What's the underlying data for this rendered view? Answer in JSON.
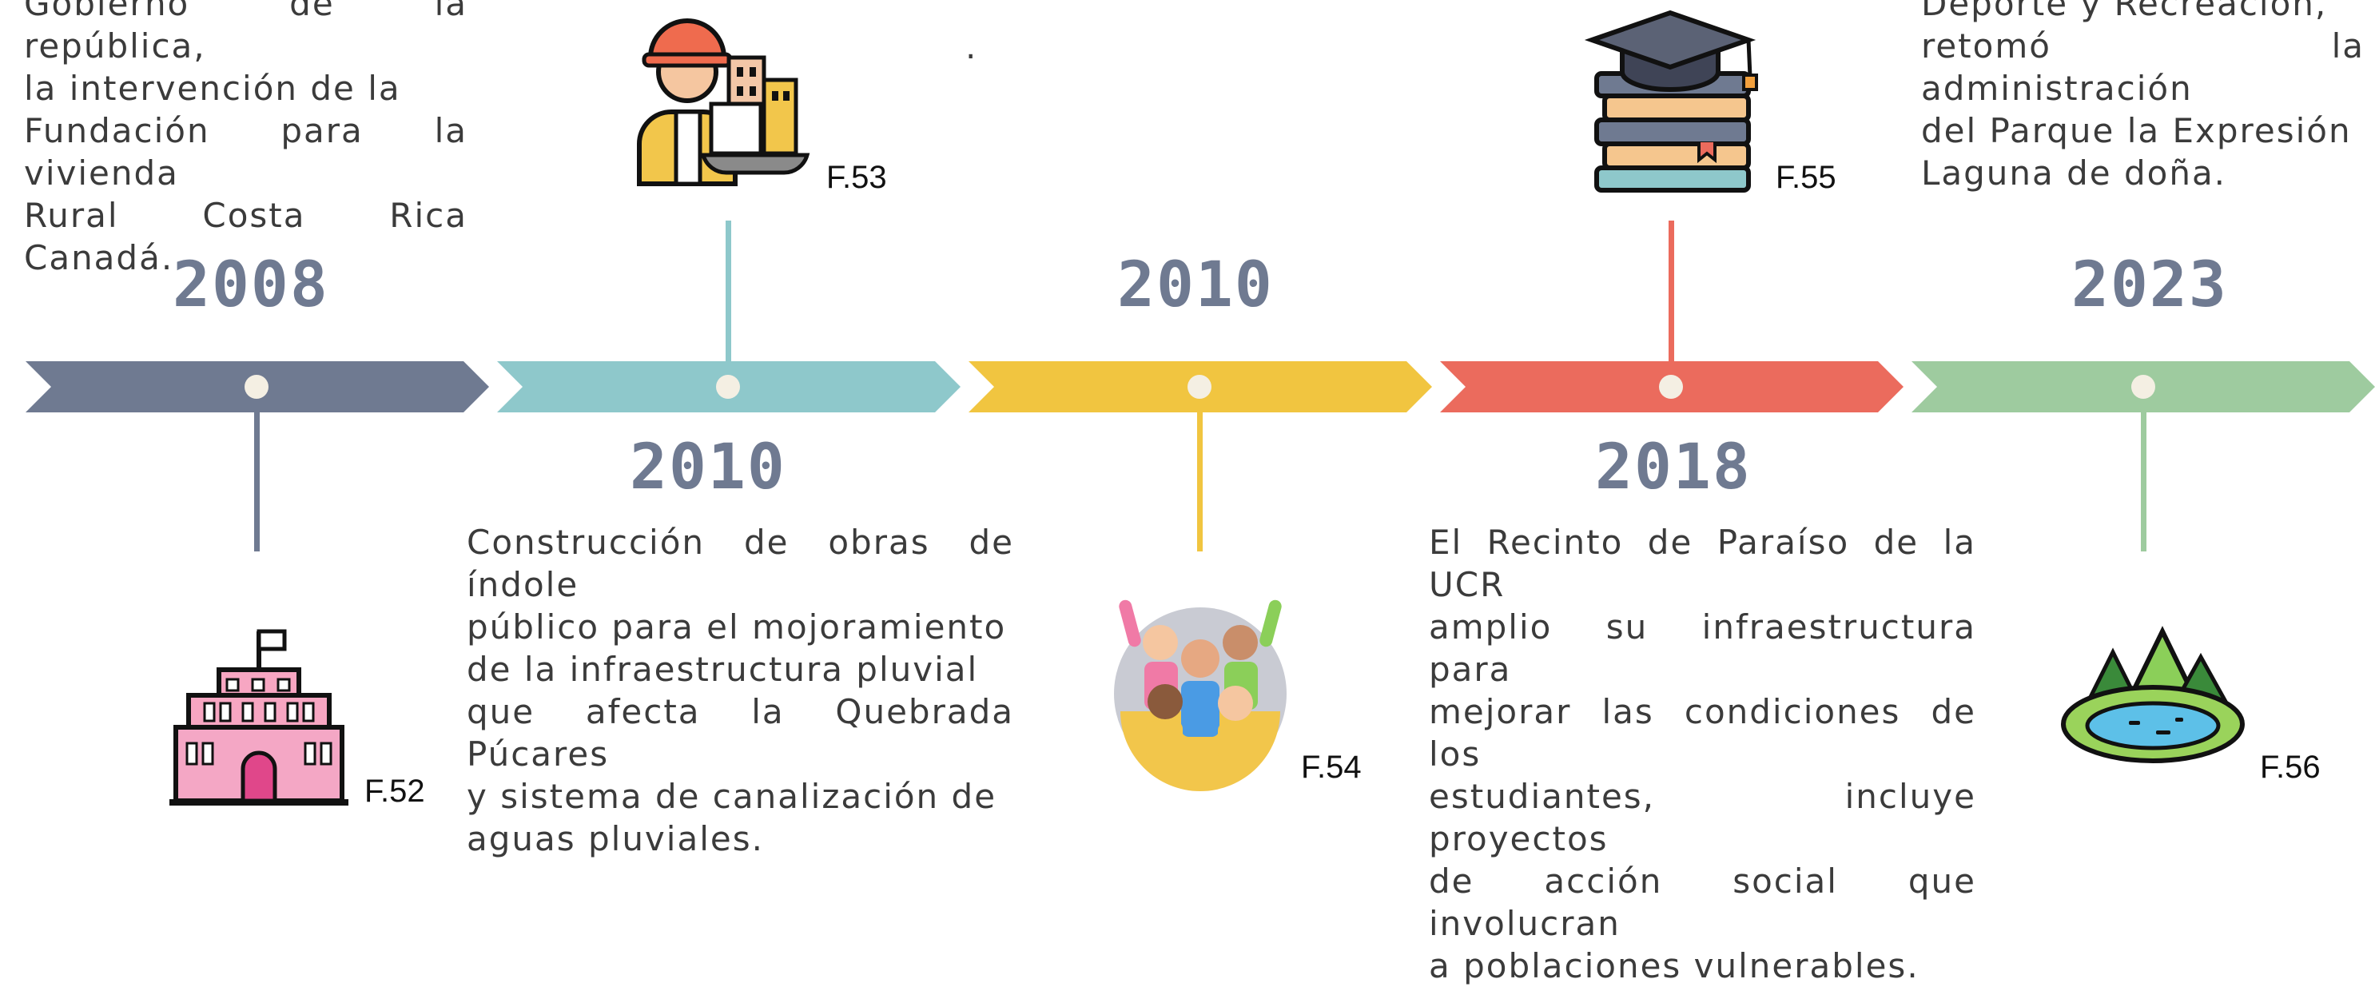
{
  "colors": {
    "slate": "#6f7a91",
    "teal": "#8ec8cb",
    "yellow": "#f1c540",
    "coral": "#eb6b5d",
    "green": "#9ecb9f",
    "dot": "#f4efe3",
    "year_text": "#6f7a91"
  },
  "timeline": {
    "segments": [
      {
        "color_name": "slate",
        "year_label": "2008",
        "figure": "F.52",
        "icon": "government-building-icon"
      },
      {
        "color_name": "teal",
        "year_label": "2010",
        "figure": "F.53",
        "icon": "construction-worker-icon"
      },
      {
        "color_name": "yellow",
        "year_label": "2010",
        "figure": "F.54",
        "icon": "community-people-icon"
      },
      {
        "color_name": "coral",
        "year_label": "2018",
        "figure": "F.55",
        "icon": "graduation-books-icon"
      },
      {
        "color_name": "green",
        "year_label": "2023",
        "figure": "F.56",
        "icon": "park-lagoon-icon"
      }
    ]
  },
  "texts": {
    "seg1_lines": [
      "Gobierno de la república,",
      "la intervención de la",
      "Fundación para la vivienda",
      "Rural Costa Rica Canadá."
    ],
    "seg2_lines": [
      " Construcción de obras de índole",
      "público para el mojoramiento",
      "de la infraestructura pluvial",
      "que afecta la Quebrada Púcares",
      "y sistema de canalización de",
      "aguas pluviales."
    ],
    "seg3_top": ".",
    "seg4_lines": [
      " El Recinto de Paraíso de la UCR",
      "amplio su infraestructura para",
      "mejorar las condiciones de los",
      "estudiantes, incluye proyectos",
      "de acción social que involucran",
      "a poblaciones vulnerables."
    ],
    "seg5_lines": [
      "Deporte y Recreación,",
      "retomó la administración",
      "del Parque la Expresión",
      "Laguna de doña."
    ]
  }
}
